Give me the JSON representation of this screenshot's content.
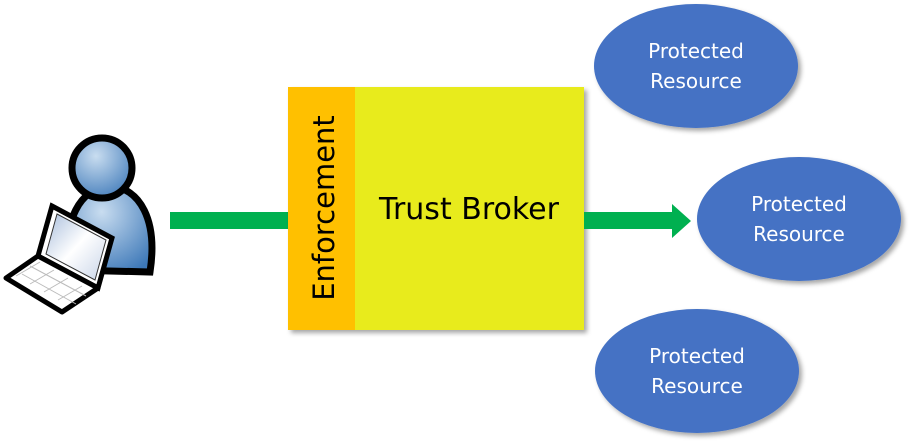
{
  "colors": {
    "enforcement": "#FFC000",
    "broker": "#E8EB1A",
    "arrow": "#00B050",
    "resource": "#4472C4",
    "resource_text": "#FFFFFF",
    "user": "#5B8FC7"
  },
  "user": {
    "icon": "user-with-laptop-icon"
  },
  "enforcement": {
    "label": "Enforcement"
  },
  "broker": {
    "label": "Trust Broker"
  },
  "resources": [
    {
      "line1": "Protected",
      "line2": "Resource"
    },
    {
      "line1": "Protected",
      "line2": "Resource"
    },
    {
      "line1": "Protected",
      "line2": "Resource"
    }
  ]
}
